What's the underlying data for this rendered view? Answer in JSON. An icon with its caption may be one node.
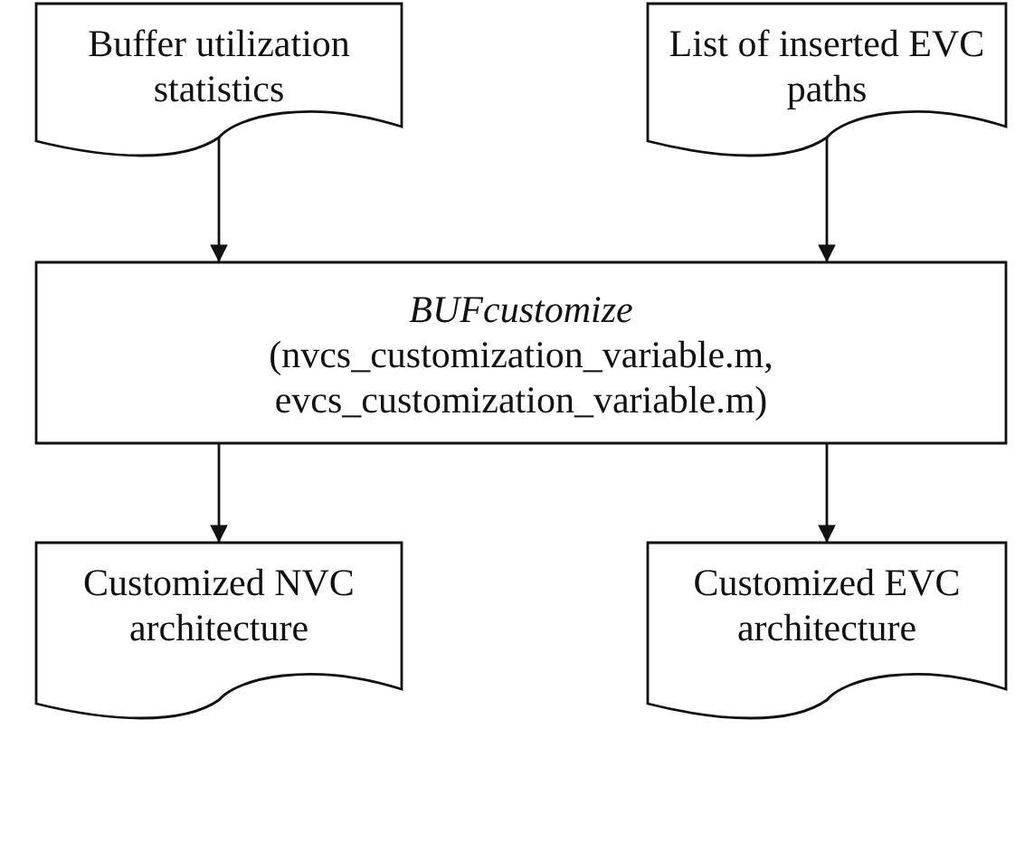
{
  "diagram": {
    "nodes": [
      {
        "text": [
          "Buffer utilization statistics"
        ]
      },
      {
        "text": [
          "List of inserted EVC paths"
        ]
      },
      {
        "text": [
          "BUFcustomize",
          "(nvcs_customization_variable.m, evcs_customization_variable.m)"
        ]
      },
      {
        "text": [
          "Customized NVC architecture"
        ]
      },
      {
        "text": [
          "Customized EVC architecture"
        ]
      }
    ],
    "edges": [
      {
        "from": 0,
        "to": 2,
        "arrow": "to"
      },
      {
        "from": 1,
        "to": 2,
        "arrow": "to"
      },
      {
        "from": 2,
        "to": 3,
        "arrow": "to"
      },
      {
        "from": 2,
        "to": 4,
        "arrow": "to"
      }
    ]
  }
}
